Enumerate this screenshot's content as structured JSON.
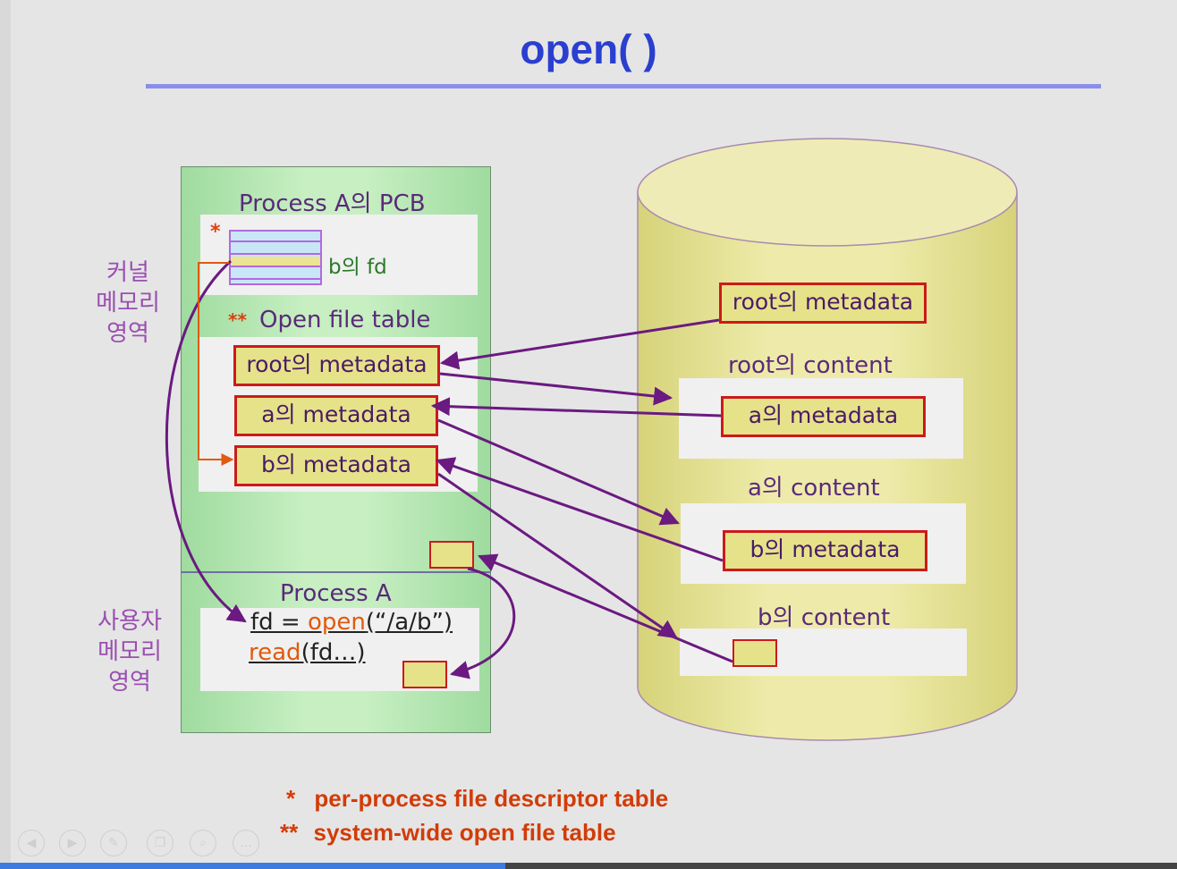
{
  "title": "open( )",
  "side_labels": {
    "kernel": [
      "커널",
      "메모리",
      "영역"
    ],
    "user": [
      "사용자",
      "메모리",
      "영역"
    ]
  },
  "pcb": {
    "title": "Process A의 PCB",
    "star": "*",
    "fd_label": "b의 fd",
    "open_table_stars": "**",
    "open_table_label": "Open file table",
    "entries": [
      "root의 metadata",
      "a의 metadata",
      "b의 metadata"
    ]
  },
  "process": {
    "title": "Process A",
    "line1_prefix": "fd = ",
    "line1_fn": "open",
    "line1_suffix": "(“/a/b”)",
    "line2_fn": "read",
    "line2_suffix": "(fd…)"
  },
  "disk": {
    "root_metadata": "root의 metadata",
    "root_content": "root의 content",
    "a_metadata": "a의 metadata",
    "a_content": "a의 content",
    "b_metadata": "b의 metadata",
    "b_content": "b의 content"
  },
  "legend": [
    {
      "mark": "*",
      "text": "per-process file descriptor table"
    },
    {
      "mark": "**",
      "text": "system-wide open file table"
    }
  ],
  "colors": {
    "title": "#2a3fd0",
    "arrow": "#6a1a80",
    "fd_arrow": "#e05a10",
    "box_border": "#cc1a1a",
    "box_fill": "#e6e28a",
    "legend": "#d23c08"
  },
  "player_controls": [
    "prev-icon",
    "play-icon",
    "pen-icon",
    "copy-icon",
    "zoom-icon",
    "more-icon"
  ]
}
